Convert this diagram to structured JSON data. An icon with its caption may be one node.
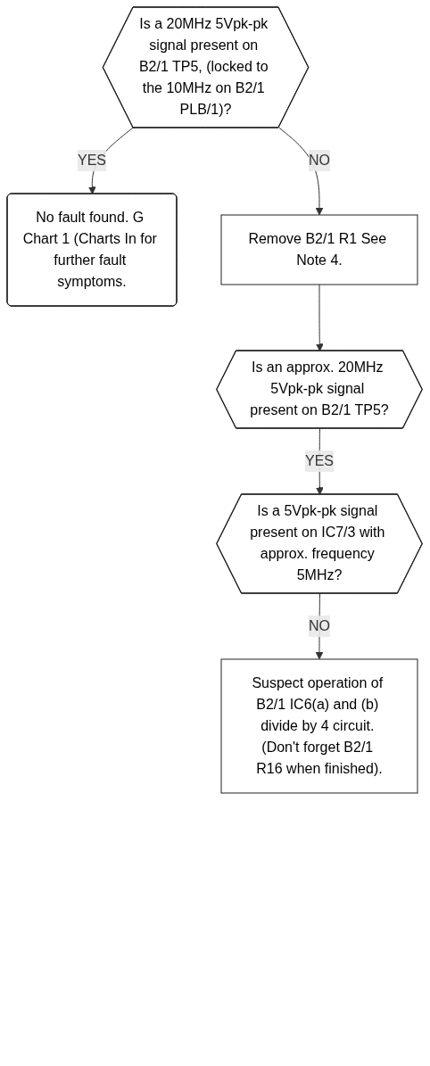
{
  "diagram": {
    "nodes": [
      {
        "text": [
          "No fault found. G Chart 1 (Charts In for further fault symptoms."
        ]
      },
      {
        "text": [
          "Is a 20MHz 5Vpk-pk signal present on B2/1 TP5, (locked to the 10MHz on B2/1 PLB/1)?"
        ]
      },
      {
        "text": [
          "Remove B2/1 R1 See Note 4."
        ]
      },
      {
        "text": [
          "Is an approx. 20MHz 5Vpk-pk signal present on B2/1 TP5?"
        ]
      },
      {
        "text": [
          "Is a 5Vpk-pk signal present on IC7/3 with approx. frequency 5MHz?"
        ]
      },
      {
        "text": [
          "Suspect operation of B2/1 IC6(a) and (b) divide by 4 circuit. (Don't forget B2/1 R16 when finished)."
        ]
      }
    ],
    "edges": [
      {
        "from": 1,
        "to": 0,
        "arrow": "to",
        "label": "YES"
      },
      {
        "from": 1,
        "to": 2,
        "arrow": "to",
        "label": "NO"
      },
      {
        "from": 2,
        "to": 3,
        "arrow": "to"
      },
      {
        "from": 3,
        "to": 4,
        "arrow": "to",
        "label": "YES"
      },
      {
        "from": 4,
        "to": 5,
        "arrow": "to",
        "label": "NO"
      }
    ]
  }
}
